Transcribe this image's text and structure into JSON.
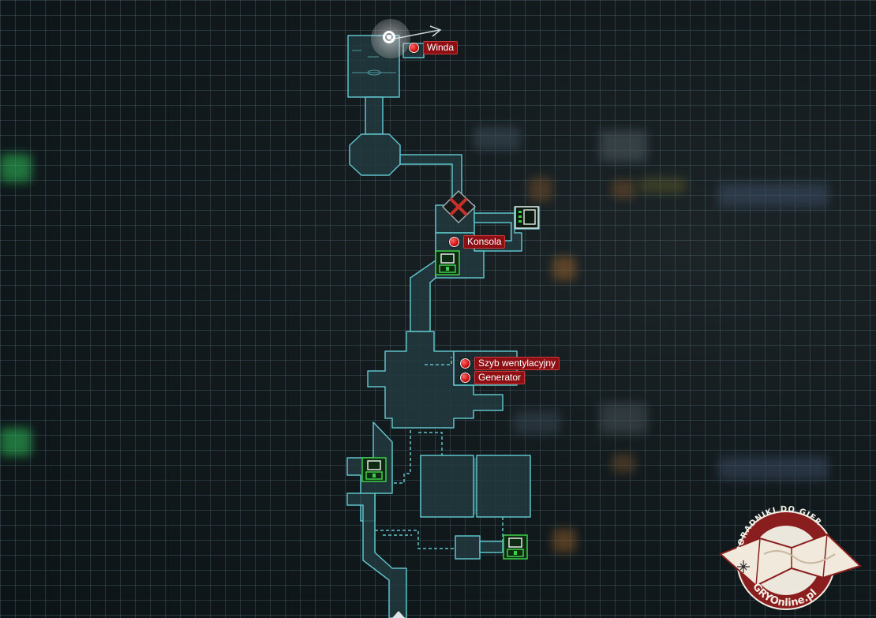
{
  "map": {
    "markers": [
      {
        "id": "winda",
        "label": "Winda"
      },
      {
        "id": "konsola",
        "label": "Konsola"
      },
      {
        "id": "szyb",
        "label": "Szyb wentylacyjny"
      },
      {
        "id": "generator",
        "label": "Generator"
      }
    ]
  },
  "logo": {
    "top_text": "PORADNIKI DO GIER",
    "bottom_text": "GRYOnline.pl"
  },
  "colors": {
    "corridor_stroke": "#5fc2c9",
    "corridor_fill": "#2a4347",
    "marker_red": "#d10f0f",
    "tag_bg": "#8d0f14",
    "save_green": "#3ecf4a",
    "logo_red": "#8a1e1e"
  },
  "icons": [
    "player-position-icon",
    "locked-door-icon",
    "terminal-icon",
    "save-station-icon",
    "marker-dot-icon"
  ]
}
